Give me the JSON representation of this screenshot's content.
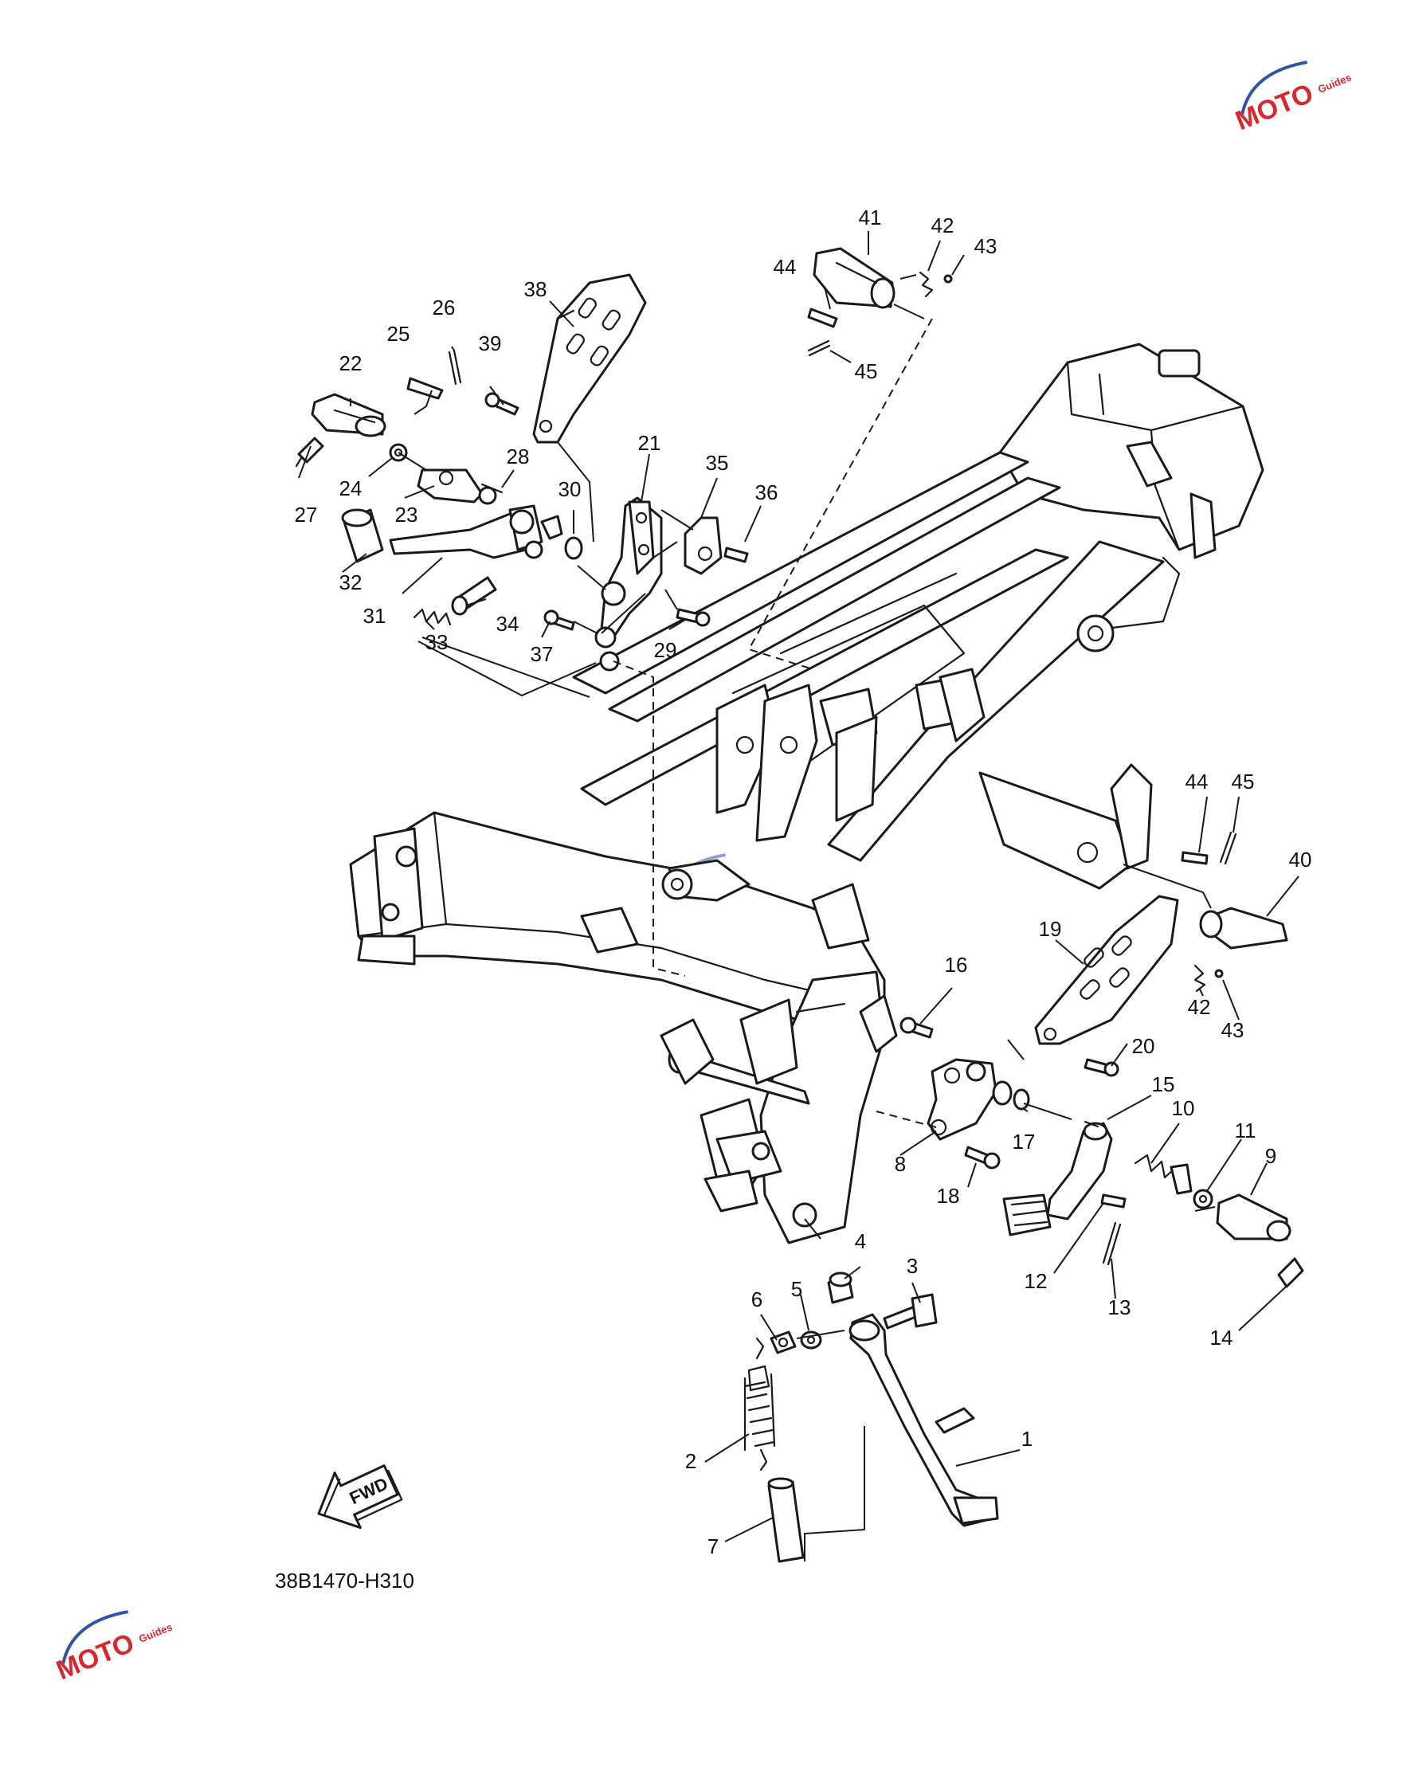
{
  "diagram": {
    "drawing_code": "38B1470-H310",
    "forward_label": "FWD",
    "callouts": [
      "1",
      "2",
      "3",
      "4",
      "5",
      "6",
      "7",
      "8",
      "9",
      "10",
      "11",
      "12",
      "13",
      "14",
      "15",
      "16",
      "17",
      "18",
      "19",
      "20",
      "21",
      "22",
      "23",
      "24",
      "25",
      "26",
      "27",
      "28",
      "29",
      "30",
      "31",
      "32",
      "33",
      "34",
      "35",
      "36",
      "37",
      "38",
      "39",
      "40",
      "41",
      "42",
      "42",
      "43",
      "43",
      "44",
      "44",
      "45",
      "45"
    ]
  },
  "watermark": {
    "brand": "MOTO",
    "subtext": "Guides",
    "colors": {
      "primary": "#d6282e",
      "secondary": "#2f56a6"
    }
  },
  "colors": {
    "line": "#1a1a1a",
    "background": "#ffffff"
  }
}
